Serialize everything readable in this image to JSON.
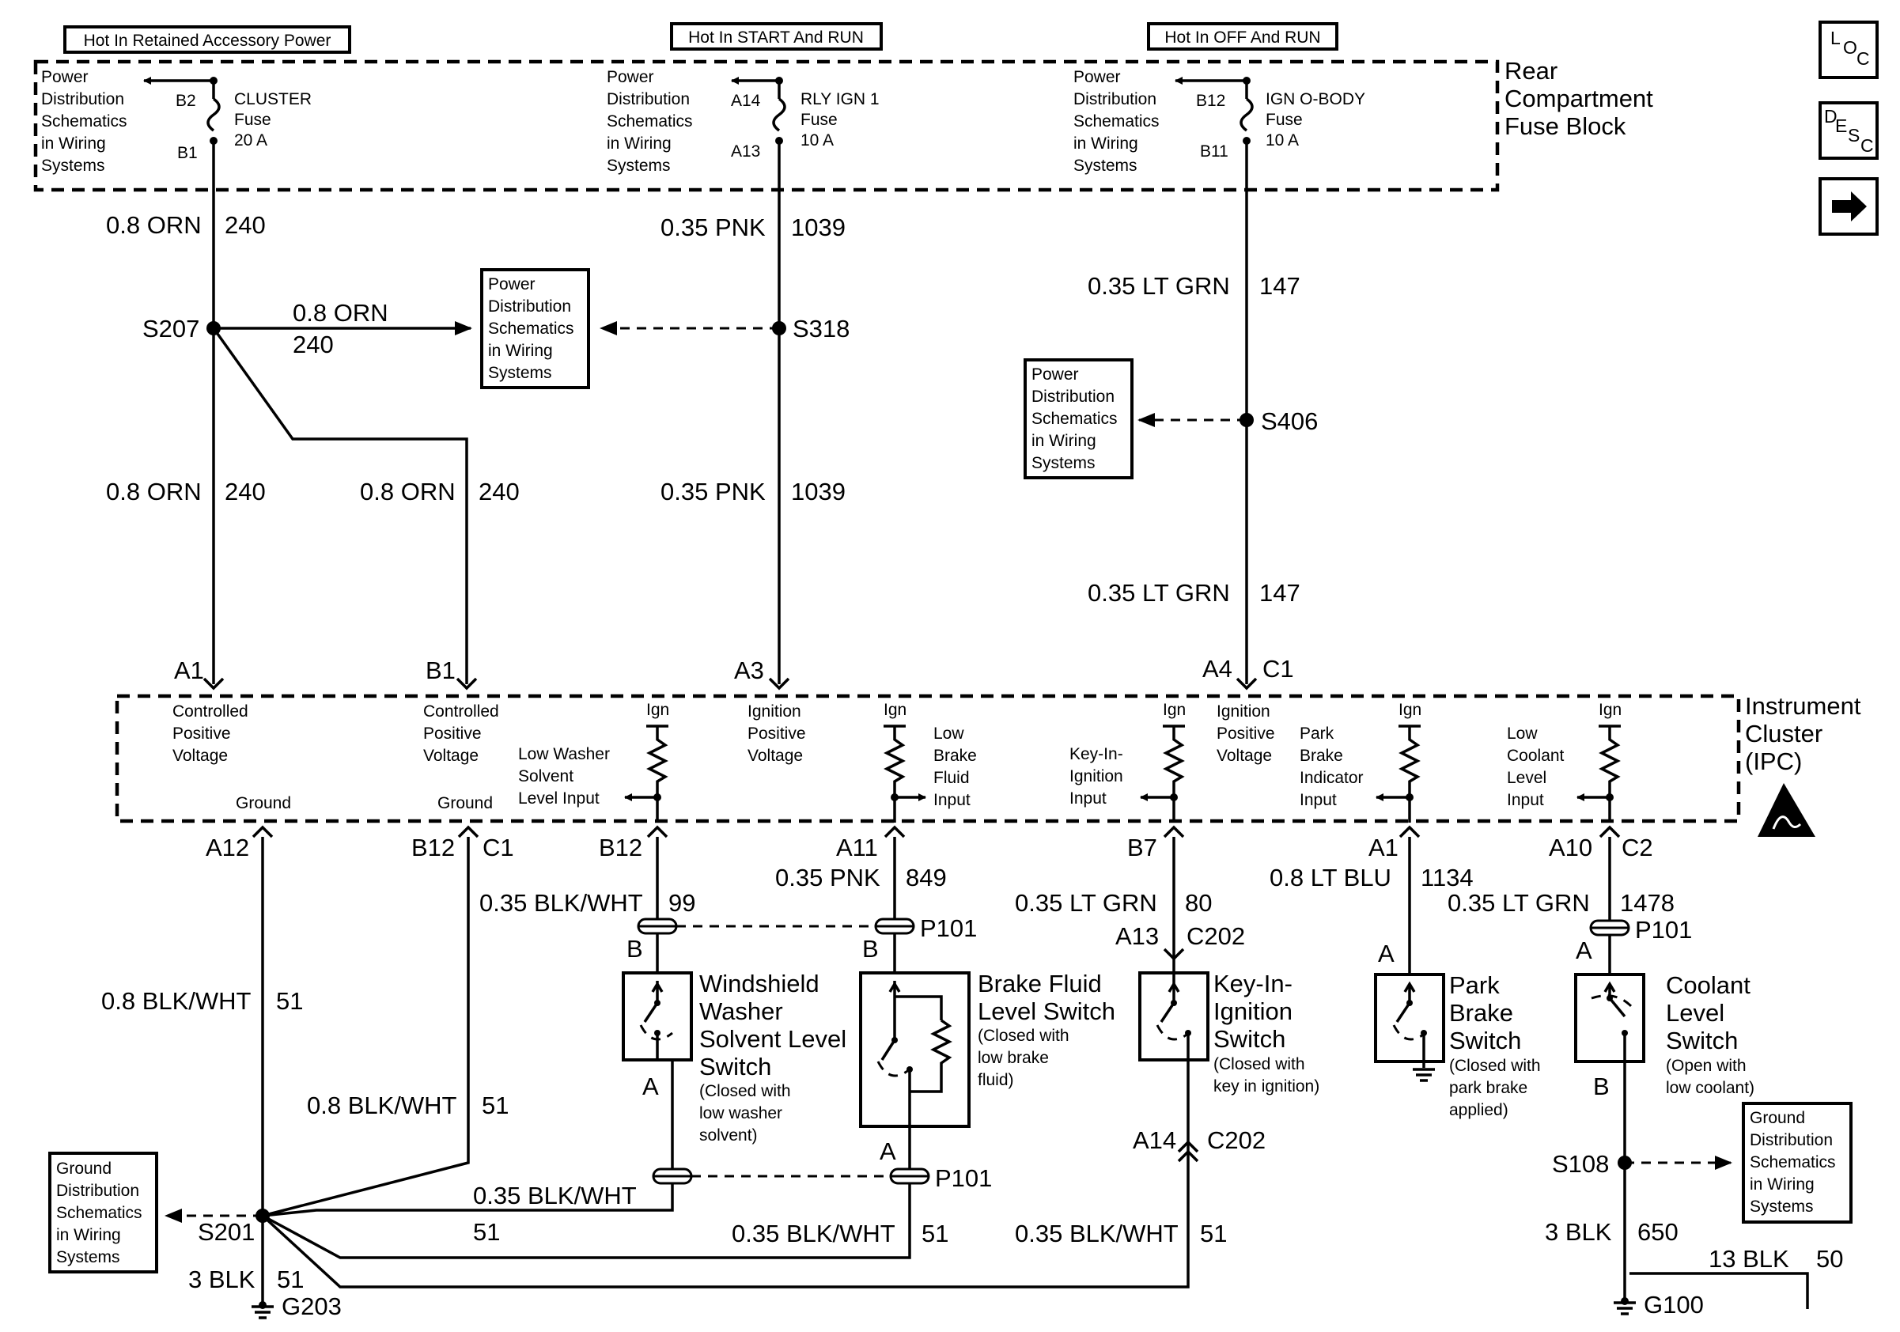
{
  "headers": {
    "accessory": "Hot In Retained Accessory Power",
    "start_run": "Hot In START And RUN",
    "off_run": "Hot In OFF And RUN"
  },
  "fuse_block": {
    "title": [
      "Rear",
      "Compartment",
      "Fuse Block"
    ],
    "pd_schematic": [
      "Power",
      "Distribution",
      "Schematics",
      "in Wiring",
      "Systems"
    ],
    "fuses": [
      {
        "top_pin": "B2",
        "bottom_pin": "B1",
        "name": "CLUSTER",
        "type": "Fuse",
        "rating": "20 A"
      },
      {
        "top_pin": "A14",
        "bottom_pin": "A13",
        "name": "RLY IGN 1",
        "type": "Fuse",
        "rating": "10 A"
      },
      {
        "top_pin": "B12",
        "bottom_pin": "B11",
        "name": "IGN O-BODY",
        "type": "Fuse",
        "rating": "10 A"
      }
    ]
  },
  "icons": {
    "loc": [
      "L",
      "O",
      "C"
    ],
    "desc": [
      "D",
      "E",
      "S",
      "C"
    ]
  },
  "wires": {
    "orn_240_a": {
      "size": "0.8 ORN",
      "circuit": "240"
    },
    "orn_240_b": {
      "size": "0.8 ORN",
      "circuit": "240"
    },
    "orn_240_c": {
      "size": "0.8 ORN",
      "circuit": "240"
    },
    "orn_240_d": {
      "size": "0.8 ORN",
      "circuit": "240"
    },
    "pnk_1039_a": {
      "size": "0.35 PNK",
      "circuit": "1039"
    },
    "pnk_1039_b": {
      "size": "0.35 PNK",
      "circuit": "1039"
    },
    "ltgrn_147_a": {
      "size": "0.35 LT GRN",
      "circuit": "147"
    },
    "ltgrn_147_b": {
      "size": "0.35 LT GRN",
      "circuit": "147"
    },
    "blkwht_51_a": {
      "size": "0.8 BLK/WHT",
      "circuit": "51"
    },
    "blkwht_51_b": {
      "size": "0.8 BLK/WHT",
      "circuit": "51"
    },
    "blkwht_99": {
      "size": "0.35 BLK/WHT",
      "circuit": "99"
    },
    "pnk_849": {
      "size": "0.35 PNK",
      "circuit": "849"
    },
    "ltgrn_80": {
      "size": "0.35 LT GRN",
      "circuit": "80"
    },
    "ltblu_1134": {
      "size": "0.8 LT BLU",
      "circuit": "1134"
    },
    "ltgrn_1478": {
      "size": "0.35 LT GRN",
      "circuit": "1478"
    },
    "blkwht_51_c": {
      "size": "0.35 BLK/WHT",
      "circuit": "51"
    },
    "blkwht_51_d": {
      "size": "0.35 BLK/WHT",
      "circuit": "51"
    },
    "blkwht_51_e": {
      "size": "0.35 BLK/WHT",
      "circuit": "51"
    },
    "blk_51": {
      "size": "3 BLK",
      "circuit": "51"
    },
    "blk_650": {
      "size": "3 BLK",
      "circuit": "650"
    },
    "blk_50": {
      "size": "13 BLK",
      "circuit": "50"
    }
  },
  "splices": {
    "s207": "S207",
    "s318": "S318",
    "s406": "S406",
    "s201": "S201",
    "s108": "S108"
  },
  "grounds": {
    "g203": "G203",
    "g100": "G100"
  },
  "pd_box": [
    "Power",
    "Distribution",
    "Schematics",
    "in Wiring",
    "Systems"
  ],
  "gd_box": [
    "Ground",
    "Distribution",
    "Schematics",
    "in Wiring",
    "Systems"
  ],
  "ipc": {
    "title": [
      "Instrument",
      "Cluster",
      "(IPC)"
    ],
    "top_pins": {
      "a1": "A1",
      "b1": "B1",
      "a3": "A3",
      "a4": "A4",
      "c1": "C1"
    },
    "bottom_pins": {
      "a12": "A12",
      "b12_left": "B12",
      "c1": "C1",
      "b12": "B12",
      "a11": "A11",
      "b7": "B7",
      "a1": "A1",
      "a10": "A10",
      "c2": "C2"
    },
    "cpv1": [
      "Controlled",
      "Positive",
      "Voltage"
    ],
    "cpv2": [
      "Controlled",
      "Positive",
      "Voltage"
    ],
    "ipv1": [
      "Ignition",
      "Positive",
      "Voltage"
    ],
    "ipv2": [
      "Ignition",
      "Positive",
      "Voltage"
    ],
    "ground1": "Ground",
    "ground2": "Ground",
    "ign": "Ign",
    "inputs": {
      "washer": [
        "Low Washer",
        "Solvent",
        "Level Input"
      ],
      "brake_fluid": [
        "Low",
        "Brake",
        "Fluid",
        "Input"
      ],
      "key": [
        "Key-In-",
        "Ignition",
        "Input"
      ],
      "park": [
        "Park",
        "Brake",
        "Indicator",
        "Input"
      ],
      "coolant": [
        "Low",
        "Coolant",
        "Level",
        "Input"
      ]
    }
  },
  "connectors": {
    "p101_1": "P101",
    "b_1": "B",
    "b_2": "B",
    "a13": "A13",
    "c202_1": "C202",
    "a_park": "A",
    "p101_2": "P101",
    "a_cool": "A",
    "a_wash": "A",
    "a_brake": "A",
    "p101_3": "P101",
    "a14": "A14",
    "c202_2": "C202",
    "b_cool": "B"
  },
  "switches": {
    "washer": {
      "name": [
        "Windshield",
        "Washer",
        "Solvent Level",
        "Switch"
      ],
      "note": [
        "(Closed with",
        "low washer",
        "solvent)"
      ]
    },
    "brake": {
      "name": [
        "Brake Fluid",
        "Level Switch"
      ],
      "note": [
        "(Closed with",
        "low brake",
        "fluid)"
      ]
    },
    "key": {
      "name": [
        "Key-In-",
        "Ignition",
        "Switch"
      ],
      "note": [
        "(Closed with",
        "key in ignition)"
      ]
    },
    "park": {
      "name": [
        "Park",
        "Brake",
        "Switch"
      ],
      "note": [
        "(Closed with",
        "park brake",
        "applied)"
      ]
    },
    "coolant": {
      "name": [
        "Coolant",
        "Level",
        "Switch"
      ],
      "note": [
        "(Open with",
        "low coolant)"
      ]
    }
  }
}
